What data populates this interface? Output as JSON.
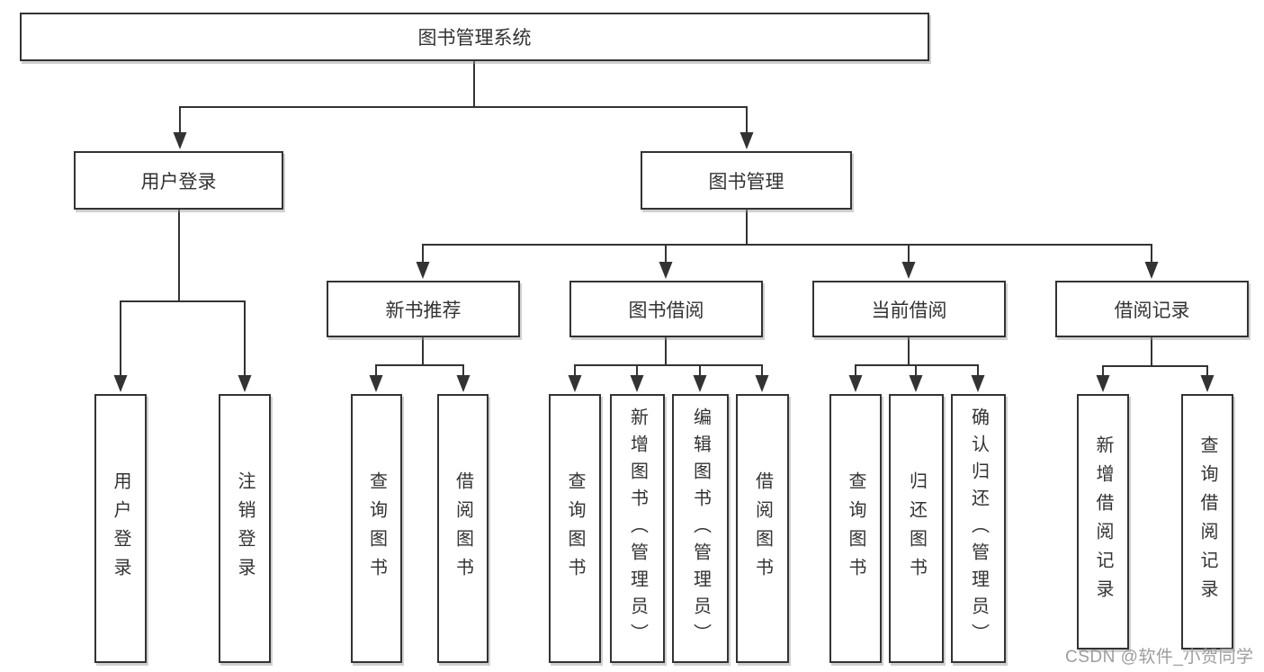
{
  "diagram": {
    "title": "图书管理系统",
    "watermark": "CSDN @软件_小贺同学",
    "colors": {
      "line": "#333333",
      "box_border": "#333333",
      "text": "#333333",
      "watermark_text": "#9d9d9d",
      "background": "#ffffff"
    },
    "nodes": {
      "root": {
        "label": "图书管理系统"
      },
      "user_login": {
        "label": "用户登录"
      },
      "book_management": {
        "label": "图书管理"
      },
      "new_book_recommend": {
        "label": "新书推荐"
      },
      "book_borrowing": {
        "label": "图书借阅"
      },
      "current_borrowing": {
        "label": "当前借阅"
      },
      "borrowing_records": {
        "label": "借阅记录"
      },
      "leaf_user_login": {
        "label": "用户登录"
      },
      "leaf_logout": {
        "label": "注销登录"
      },
      "leaf_rec_query_books": {
        "label": "查询图书"
      },
      "leaf_rec_borrow_books": {
        "label": "借阅图书"
      },
      "leaf_bb_query_books": {
        "label": "查询图书"
      },
      "leaf_bb_add_books": {
        "label": "新增图书（管理员）"
      },
      "leaf_bb_edit_books": {
        "label": "编辑图书（管理员）"
      },
      "leaf_bb_borrow_books": {
        "label": "借阅图书"
      },
      "leaf_cb_query_books": {
        "label": "查询图书"
      },
      "leaf_cb_return_books": {
        "label": "归还图书"
      },
      "leaf_cb_confirm_return": {
        "label": "确认归还（管理员）"
      },
      "leaf_br_add_record": {
        "label": "新增借阅记录"
      },
      "leaf_br_query_record": {
        "label": "查询借阅记录"
      }
    }
  }
}
